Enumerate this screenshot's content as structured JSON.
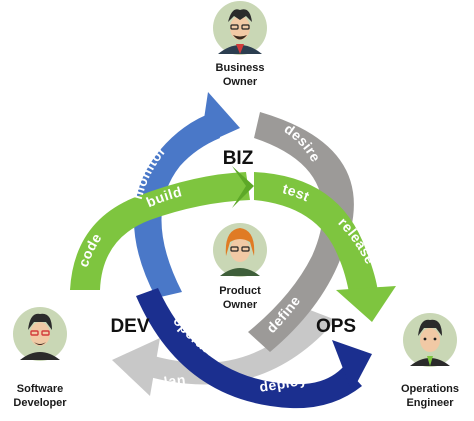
{
  "hubs": {
    "biz": "BIZ",
    "dev": "DEV",
    "ops": "OPS"
  },
  "roles": {
    "business_owner": [
      "Business",
      "Owner"
    ],
    "product_owner": [
      "Product",
      "Owner"
    ],
    "software_developer": [
      "Software",
      "Developer"
    ],
    "operations_engineer": [
      "Operations",
      "Engineer"
    ]
  },
  "steps": {
    "monitor": "monitor",
    "desire": "desire",
    "build": "build",
    "test": "test",
    "code": "code",
    "release": "release",
    "define": "define",
    "operate": "operate",
    "deploy": "deploy",
    "plan": "plan"
  },
  "colors": {
    "blue_arrow": "#4a78c8",
    "dark_gray_arrow": "#9c9a98",
    "green_arrow": "#7ec53f",
    "green_dark": "#5da828",
    "navy_arrow": "#1b2f8f",
    "light_gray_arrow": "#c8c8c8",
    "avatar_bg": "#c9d7b5"
  }
}
